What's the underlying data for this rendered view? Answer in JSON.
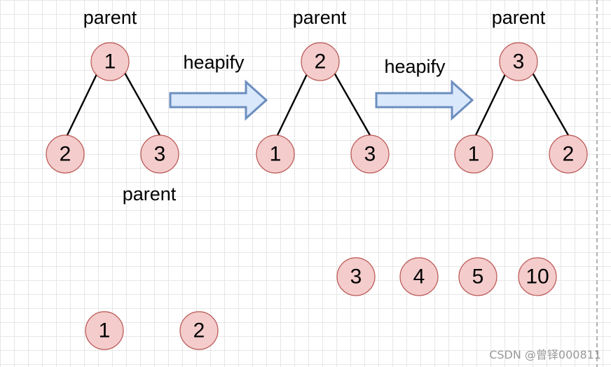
{
  "diagram": {
    "labels": {
      "parent_1": "parent",
      "parent_2": "parent",
      "parent_3": "parent",
      "parent_4": "parent",
      "heapify_1": "heapify",
      "heapify_2": "heapify"
    },
    "nodes": {
      "t1_root": "1",
      "t1_left": "2",
      "t1_right": "3",
      "t2_root": "2",
      "t2_left": "1",
      "t2_right": "3",
      "t3_root": "3",
      "t3_left": "1",
      "t3_right": "2",
      "row_a": "3",
      "row_b": "4",
      "row_c": "5",
      "row_d": "10",
      "bottom_a": "1",
      "bottom_b": "2"
    },
    "watermark": "CSDN @曾铎000811",
    "colors": {
      "node_fill": "#f4cccc",
      "node_stroke": "#b85450",
      "arrow_fill": "#dae8fc",
      "arrow_stroke": "#6c8ebf"
    }
  }
}
